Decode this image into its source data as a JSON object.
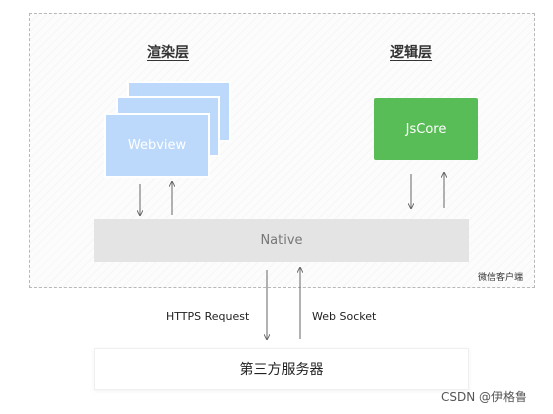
{
  "diagram": {
    "render_layer": {
      "title": "渲染层",
      "webview_label": "Webview"
    },
    "logic_layer": {
      "title": "逻辑层",
      "jscore_label": "JsCore"
    },
    "native": {
      "label": "Native"
    },
    "client": {
      "label": "微信客户端"
    },
    "connections": {
      "request_label": "HTTPS Request",
      "socket_label": "Web Socket"
    },
    "server": {
      "label": "第三方服务器"
    },
    "colors": {
      "webview_fill": "#bcd9fb",
      "jscore_fill": "#59bd57",
      "native_fill": "#e4e4e4",
      "arrow": "#666666"
    }
  },
  "watermark": {
    "text": "CSDN @伊格鲁"
  }
}
